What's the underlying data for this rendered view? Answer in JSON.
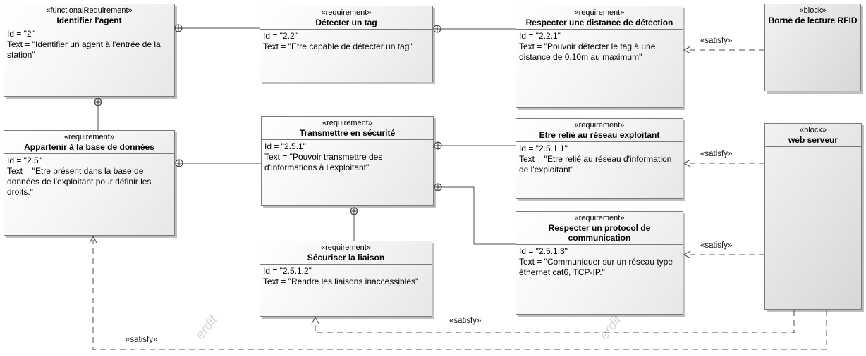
{
  "diagram_title": "",
  "colors": {
    "background": "#ffffff",
    "node_border": "#7a7a7a",
    "requirement_fill_light": "#ffffff",
    "requirement_fill_dark": "#e7e7e7",
    "block_fill_light": "#f2f2f2",
    "block_fill_dark": "#d7d7d7",
    "connector": "#4d4d4d",
    "text": "#000000"
  },
  "nodes": [
    {
      "kind": "requirement",
      "stereotype": "«functionalRequirement»",
      "name": "Identifier l'agent",
      "id_line": "Id = \"2\"",
      "text_line": "Text = \"Identifier un agent à l'entrée de la station\""
    },
    {
      "kind": "requirement",
      "stereotype": "«requirement»",
      "name": "Détecter un tag",
      "id_line": "Id = \"2.2\"",
      "text_line": "Text = \"Etre capable de détecter un tag\""
    },
    {
      "kind": "requirement",
      "stereotype": "«requirement»",
      "name": "Respecter une distance de détection",
      "id_line": "Id = \"2.2.1\"",
      "text_line": "Text = \"Pouvoir détecter le tag à une distance de 0,10m au maximum\""
    },
    {
      "kind": "block",
      "stereotype": "«block»",
      "name": "Borne de lecture RFID"
    },
    {
      "kind": "requirement",
      "stereotype": "«requirement»",
      "name": "Appartenir à la base de données",
      "id_line": "Id = \"2.5\"",
      "text_line": "Text = \"Etre présent dans la base de données de l'exploitant pour définir les droits.\""
    },
    {
      "kind": "requirement",
      "stereotype": "«requirement»",
      "name": "Transmettre en sécurité",
      "id_line": "Id = \"2.5.1\"",
      "text_line": "Text = \"Pouvoir transmettre des d'informations à l'exploitant\""
    },
    {
      "kind": "requirement",
      "stereotype": "«requirement»",
      "name": "Etre relié au réseau exploitant",
      "id_line": "Id = \"2.5.1.1\"",
      "text_line": "Text = \"Etre relié au réseau d'information de l'exploitant\""
    },
    {
      "kind": "block",
      "stereotype": "«block»",
      "name": "web serveur"
    },
    {
      "kind": "requirement",
      "stereotype": "«requirement»",
      "name": "Sécuriser la liaison",
      "id_line": "Id = \"2.5.1.2\"",
      "text_line": "Text = \"Rendre les liaisons inaccessibles\""
    },
    {
      "kind": "requirement",
      "stereotype": "«requirement»",
      "name": "Respecter un protocol de communication",
      "id_line": "Id = \"2.5.1.3\"",
      "text_line": "Text = \"Communiquer sur un réseau type éthernet cat6, TCP-IP.\""
    }
  ],
  "relationships": {
    "containment": [
      {
        "parent": "Identifier l'agent",
        "child": "Détecter un tag"
      },
      {
        "parent": "Identifier l'agent",
        "child": "Appartenir à la base de données"
      },
      {
        "parent": "Détecter un tag",
        "child": "Respecter une distance de détection"
      },
      {
        "parent": "Appartenir à la base de données",
        "child": "Transmettre en sécurité"
      },
      {
        "parent": "Transmettre en sécurité",
        "child": "Etre relié au réseau exploitant"
      },
      {
        "parent": "Transmettre en sécurité",
        "child": "Respecter un protocol de communication"
      },
      {
        "parent": "Transmettre en sécurité",
        "child": "Sécuriser la liaison"
      }
    ],
    "satisfy": [
      {
        "label": "«satisfy»",
        "from": "Borne de lecture RFID",
        "to": "Respecter une distance de détection"
      },
      {
        "label": "«satisfy»",
        "from": "web serveur",
        "to": "Etre relié au réseau exploitant"
      },
      {
        "label": "«satisfy»",
        "from": "web serveur",
        "to": "Respecter un protocol de communication"
      },
      {
        "label": "«satisfy»",
        "from": "web serveur",
        "to": "Sécuriser la liaison"
      },
      {
        "label": "«satisfy»",
        "from": "web serveur",
        "to": "Appartenir à la base de données"
      }
    ]
  },
  "watermarks": [
    {
      "text": "erdit"
    },
    {
      "text": "erdit"
    }
  ]
}
